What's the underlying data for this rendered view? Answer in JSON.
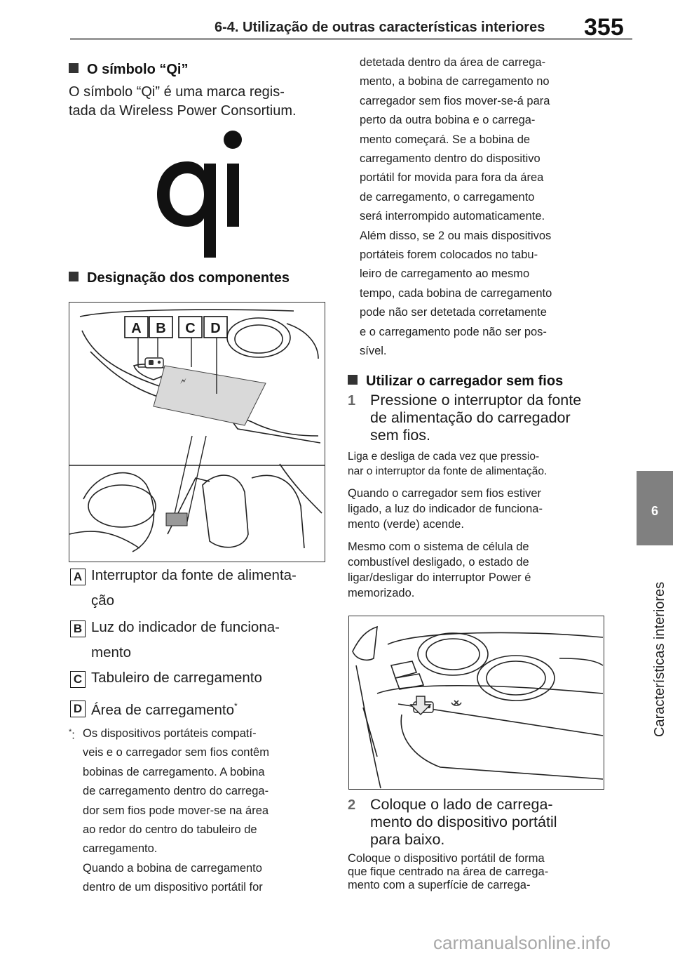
{
  "header": {
    "title": "6-4. Utilização de outras características interiores",
    "page_number": "355"
  },
  "side_tab": {
    "number": "6",
    "label": "Características interiores"
  },
  "qi_section": {
    "heading": "O símbolo “Qi”",
    "text_lines": [
      "O símbolo “Qi” é uma marca regis-",
      "tada da Wireless Power Consortium."
    ]
  },
  "components_section": {
    "heading": "Designação dos componentes",
    "figure_letters": [
      "A",
      "B",
      "C",
      "D"
    ],
    "items": [
      {
        "letter": "A",
        "lines": [
          "Interruptor da fonte de alimenta-",
          "ção"
        ]
      },
      {
        "letter": "B",
        "lines": [
          "Luz do indicador de funciona-",
          "mento"
        ]
      },
      {
        "letter": "C",
        "lines": [
          "Tabuleiro de carregamento"
        ]
      },
      {
        "letter": "D",
        "lines": [
          "Área de carregamento"
        ],
        "superscript": "*"
      }
    ]
  },
  "footnote": {
    "marker": "*",
    "separator": ":",
    "lines": [
      "Os dispositivos portáteis compatí-",
      "veis e o carregador sem fios contêm",
      "bobinas de carregamento. A bobina",
      "de carregamento dentro do carrega-",
      "dor sem fios pode mover-se na área",
      "ao redor do centro do tabuleiro de",
      "carregamento.",
      "Quando a bobina de carregamento",
      "dentro de um dispositivo portátil for"
    ]
  },
  "right_column": {
    "continued_lines": [
      "detetada dentro da área de carrega-",
      "mento, a bobina de carregamento no",
      "carregador sem fios mover-se-á para",
      "perto da outra bobina e o carrega-",
      "mento começará. Se a bobina de",
      "carregamento dentro do dispositivo",
      "portátil for movida para fora da área",
      "de carregamento, o carregamento",
      "será interrompido automaticamente.",
      "Além disso, se 2 ou mais dispositivos",
      "portáteis forem colocados no tabu-",
      "leiro de carregamento ao mesmo",
      "tempo, cada bobina de carregamento",
      "pode não ser detetada corretamente",
      "e o carregamento pode não ser pos-",
      "sível."
    ],
    "use_heading": "Utilizar o carregador sem fios",
    "step1": {
      "number": "1",
      "lines": [
        "Pressione o interruptor da fonte",
        "de alimentação do carregador",
        "sem fios."
      ]
    },
    "note1_lines": [
      "Liga e desliga de cada vez que pressio-",
      "nar o interruptor da fonte de alimentação."
    ],
    "note2_lines": [
      "Quando o carregador sem fios estiver",
      "ligado, a luz do indicador de funciona-",
      "mento (verde) acende."
    ],
    "note3_lines": [
      "Mesmo com o sistema de célula de",
      "combustível desligado, o estado de",
      "ligar/desligar do interruptor Power é",
      "memorizado."
    ],
    "step2": {
      "number": "2",
      "lines": [
        "Coloque o lado de carrega-",
        "mento do dispositivo portátil",
        "para baixo."
      ]
    },
    "note4_lines": [
      "Coloque o dispositivo portátil de forma",
      "que fique centrado na área de carrega-",
      "mento com a superfície de carrega-"
    ]
  },
  "watermark": "carmanualsonline.info"
}
